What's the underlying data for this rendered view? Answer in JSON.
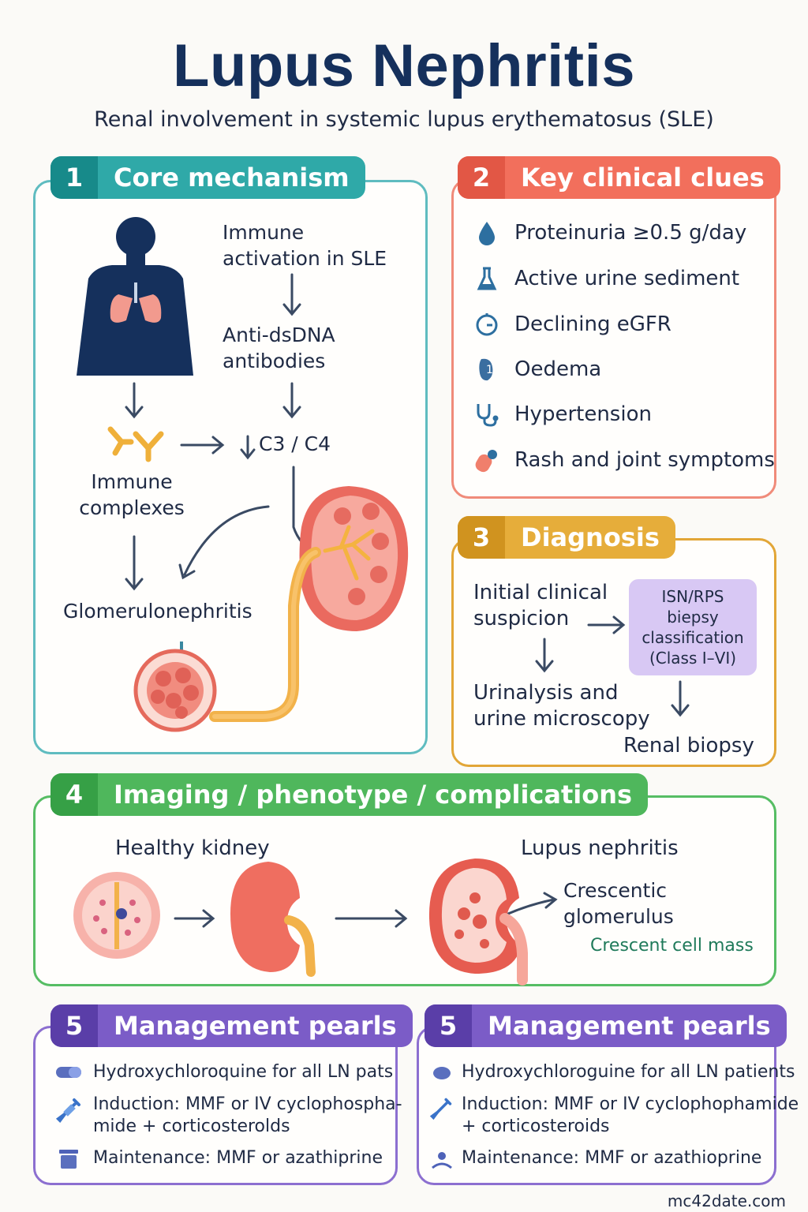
{
  "title": "Lupus Nephritis",
  "subtitle": "Renal involvement in systemic lupus erythematosus (SLE)",
  "colors": {
    "teal": "#1f9a9a",
    "coral": "#ef6b58",
    "gold": "#e1a32a",
    "green": "#3fb559",
    "purple": "#6a4fb5",
    "navy": "#15305c"
  },
  "sections": {
    "core": {
      "num": "1",
      "title": "Core mechanism",
      "immune_activation": "Immune\nactivation in SLE",
      "anti_dsdna": "Anti-dsDNA\nantibodies",
      "c3c4": "C3 / C4",
      "immune_complexes": "Immune\ncomplexes",
      "glomerulonephritis": "Glomerulonephritis"
    },
    "clues": {
      "num": "2",
      "title": "Key clinical clues",
      "items": [
        {
          "label": "Proteinuria ≥0.5 g/day",
          "icon": "droplet-icon"
        },
        {
          "label": "Active urine sediment",
          "icon": "flask-icon"
        },
        {
          "label": "Declining eGFR",
          "icon": "gauge-icon"
        },
        {
          "label": "Oedema",
          "icon": "foot-icon"
        },
        {
          "label": "Hypertension",
          "icon": "stethoscope-icon"
        },
        {
          "label": "Rash and joint symptoms",
          "icon": "patch-icon"
        }
      ]
    },
    "diagnosis": {
      "num": "3",
      "title": "Diagnosis",
      "initial": "Initial clinical\nsuspicion",
      "classification": "ISN/RPS\nbiepsy\nclassification\n(Class I–VI)",
      "urinalysis": "Urinalysis and\nurine microscopy",
      "biopsy": "Renal biopsy"
    },
    "imaging": {
      "num": "4",
      "title": "Imaging / phenotype / complications",
      "healthy": "Healthy kidney",
      "lupus": "Lupus nephritis",
      "crescentic": "Crescentic\nglomerulus",
      "crescent_mass": "Crescent cell mass"
    },
    "pearls_left": {
      "num": "5",
      "title": "Management pearls",
      "items": [
        {
          "label": "Hydroxychloroquine for all LN pats",
          "icon": "pill-icon"
        },
        {
          "label": "Induction: MMF or IV cyclophospha-\nmide + corticosterolds",
          "icon": "syringe-icon"
        },
        {
          "label": "Maintenance: MMF or azathiprine",
          "icon": "calendar-icon"
        }
      ]
    },
    "pearls_right": {
      "num": "5",
      "title": "Management pearls",
      "items": [
        {
          "label": "Hydroxychloroguine for all LN patients",
          "icon": "pill-icon"
        },
        {
          "label": "Induction: MMF or IV cyclophophamide\n+ corticosteroids",
          "icon": "syringe-icon"
        },
        {
          "label": "Maintenance: MMF or azathioprine",
          "icon": "person-icon"
        }
      ]
    }
  },
  "footer": "mc42date.com"
}
